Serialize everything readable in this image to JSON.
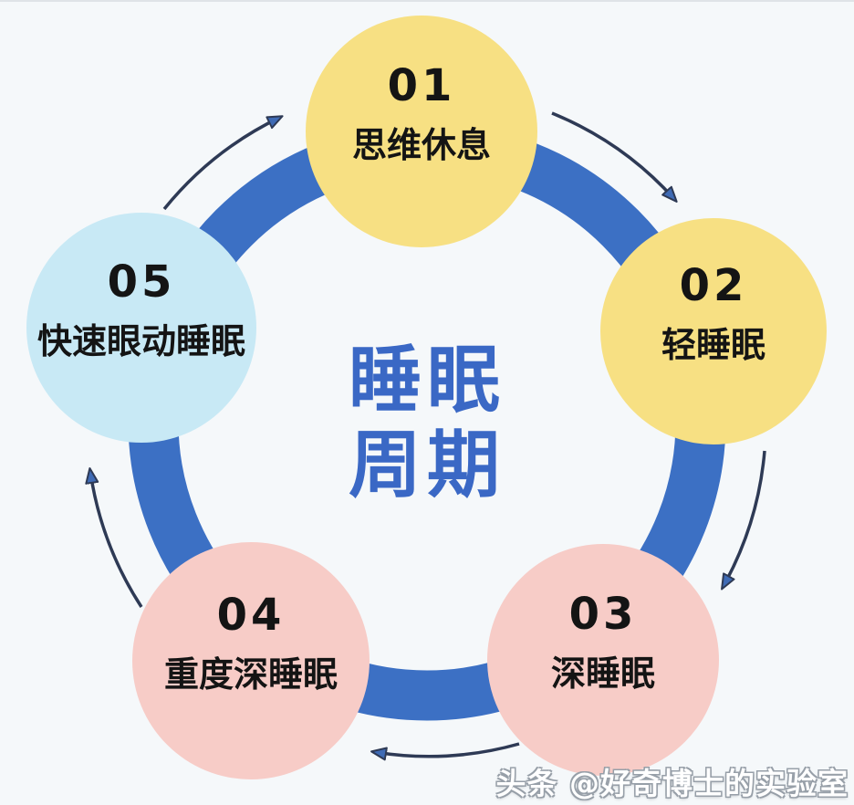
{
  "title": {
    "line1": "睡眠",
    "line2": "周期"
  },
  "stages": [
    {
      "number": "01",
      "label": "思维休息",
      "color": "#F7E083"
    },
    {
      "number": "02",
      "label": "轻睡眠",
      "color": "#F7E083"
    },
    {
      "number": "03",
      "label": "深睡眠",
      "color": "#F7CCC7"
    },
    {
      "number": "04",
      "label": "重度深睡眠",
      "color": "#F7CCC7"
    },
    {
      "number": "05",
      "label": "快速眼动睡眠",
      "color": "#C8E9F5"
    }
  ],
  "watermark": "头条 @好奇博士的实验室",
  "colors": {
    "background": "#F5F8FA",
    "ring": "#3C70C4",
    "arrow_line": "#2E3A55",
    "arrow_head": "#3F6BB5",
    "title": "#3A68C5",
    "stage_text": "#141414"
  }
}
